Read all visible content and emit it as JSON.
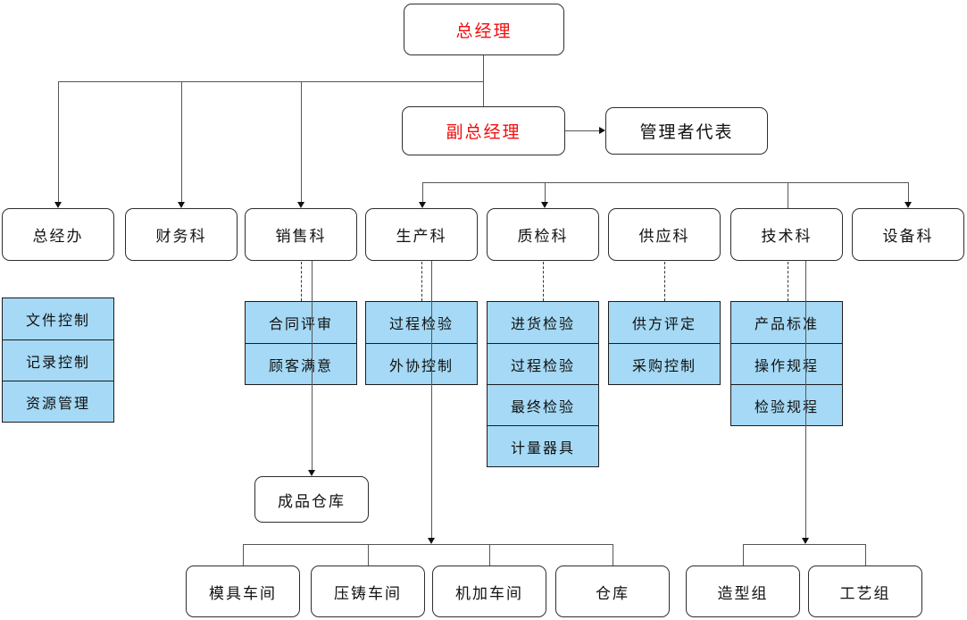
{
  "colors": {
    "red": "#f20d0d",
    "blue": "#a5d9f5",
    "line": "#565656"
  },
  "top": {
    "general_manager": "总经理",
    "deputy_general_manager": "副总经理",
    "management_rep": "管理者代表"
  },
  "departments": [
    "总经办",
    "财务科",
    "销售科",
    "生产科",
    "质检科",
    "供应科",
    "技术科",
    "设备科"
  ],
  "stacks": {
    "zongjingban": [
      "文件控制",
      "记录控制",
      "资源管理"
    ],
    "xiaoshou": [
      "合同评审",
      "顾客满意"
    ],
    "shengchan": [
      "过程检验",
      "外协控制"
    ],
    "zhijian": [
      "进货检验",
      "过程检验",
      "最终检验",
      "计量器具"
    ],
    "gongying": [
      "供方评定",
      "采购控制"
    ],
    "jishu": [
      "产品标准",
      "操作规程",
      "检验规程"
    ]
  },
  "mid": {
    "finished_goods_warehouse": "成品仓库"
  },
  "bottom": [
    "模具车间",
    "压铸车间",
    "机加车间",
    "仓库",
    "造型组",
    "工艺组"
  ]
}
